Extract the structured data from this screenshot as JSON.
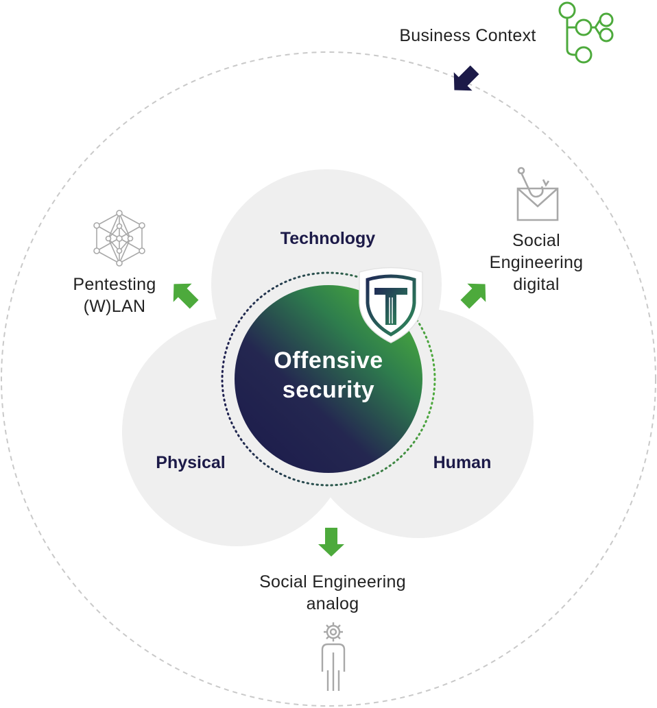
{
  "colors": {
    "navy": "#1c1a48",
    "green": "#4daa3c",
    "venn_fill": "#efefef",
    "dashed_ring": "#c9c9c9",
    "icon_gray": "#a8a8a8"
  },
  "center": {
    "line1": "Offensive",
    "line2": "security"
  },
  "venn": {
    "technology": "Technology",
    "physical": "Physical",
    "human": "Human"
  },
  "outer": {
    "business_context": "Business Context",
    "pentesting_line1": "Pentesting",
    "pentesting_line2": "(W)LAN",
    "se_digital_line1": "Social",
    "se_digital_line2": "Engineering",
    "se_digital_line3": "digital",
    "se_analog_line1": "Social Engineering",
    "se_analog_line2": "analog"
  },
  "icons": {
    "business_context": "branch-flow-icon",
    "pentesting": "network-mesh-icon",
    "se_digital": "phishing-envelope-icon",
    "se_analog": "person-gear-icon",
    "logo": "shield-logo-icon"
  }
}
